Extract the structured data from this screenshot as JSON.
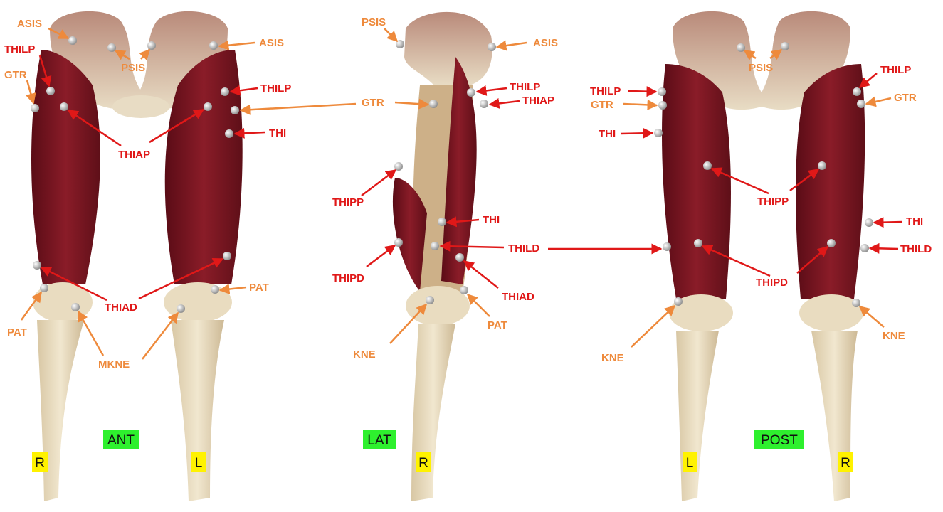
{
  "colors": {
    "orange_label": "#ee8a3c",
    "red_label": "#e01818",
    "view_tag": "#2ef02e",
    "side_tag": "#fff200",
    "muscle": "#7a1420",
    "bone": "#e9dcc0"
  },
  "views": {
    "ant": "ANT",
    "lat": "LAT",
    "post": "POST"
  },
  "sides": {
    "ant_right": "R",
    "ant_left": "L",
    "lat_right": "R",
    "post_left": "L",
    "post_right": "R"
  },
  "labels": {
    "ant_asis_r": "ASIS",
    "ant_asis_l": "ASIS",
    "ant_psis": "PSIS",
    "ant_thilp_r": "THILP",
    "ant_thilp_l": "THILP",
    "ant_gtr": "GTR",
    "ant_thiap": "THIAP",
    "ant_thi": "THI",
    "ant_thiad": "THIAD",
    "ant_pat_r": "PAT",
    "ant_pat_l": "PAT",
    "ant_mkne": "MKNE",
    "lat_psis": "PSIS",
    "lat_asis": "ASIS",
    "lat_thilp": "THILP",
    "lat_thiap": "THIAP",
    "lat_gtr": "GTR",
    "lat_thipp": "THIPP",
    "lat_thi": "THI",
    "lat_thild": "THILD",
    "lat_thipd": "THIPD",
    "lat_thiad": "THIAD",
    "lat_pat": "PAT",
    "lat_kne": "KNE",
    "post_psis": "PSIS",
    "post_thilp_l": "THILP",
    "post_gtr_l": "GTR",
    "post_thi_l": "THI",
    "post_thilp_r": "THILP",
    "post_gtr_r": "GTR",
    "post_thipp": "THIPP",
    "post_thi_r": "THI",
    "post_thild_r": "THILD",
    "post_thipd": "THIPD",
    "post_kne_l": "KNE",
    "post_kne_r": "KNE"
  }
}
